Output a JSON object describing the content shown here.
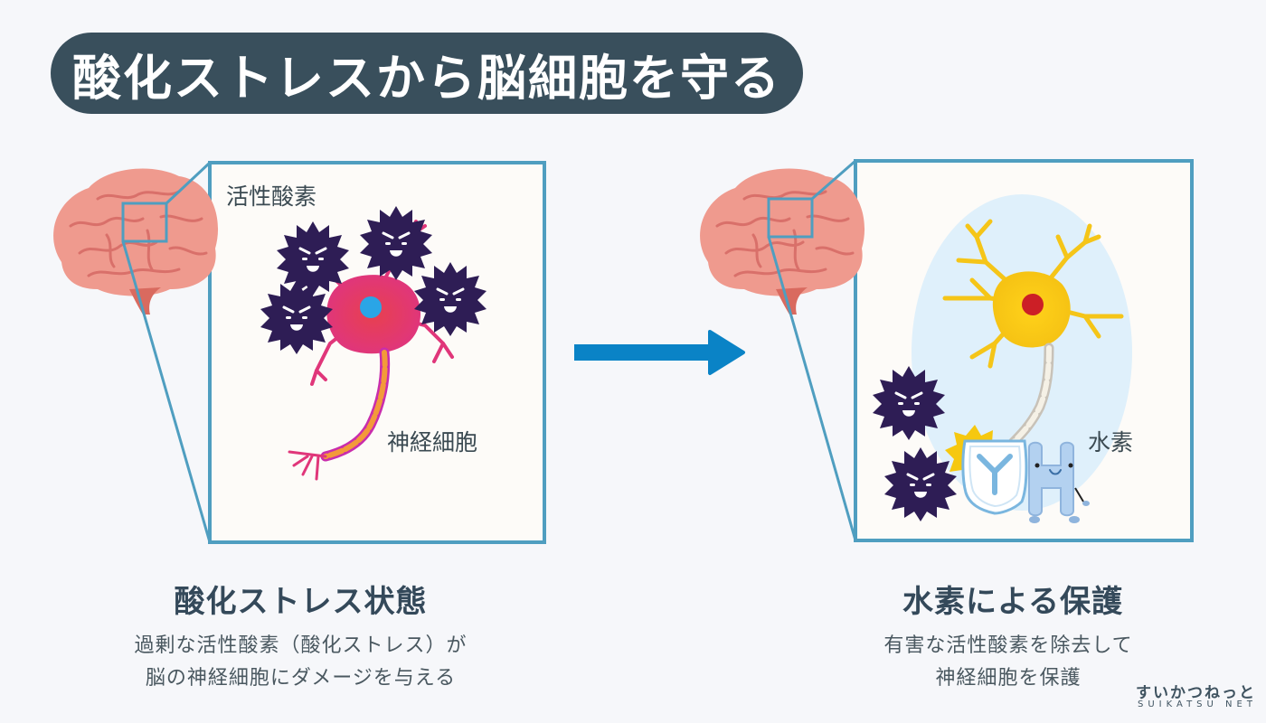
{
  "title": "酸化ストレスから脳細胞を守る",
  "left_panel": {
    "label_ros": "活性酸素",
    "label_neuron": "神経細胞",
    "caption_title": "酸化ストレス状態",
    "caption_line1": "過剰な活性酸素（酸化ストレス）が",
    "caption_line2": "脳の神経細胞にダメージを与える"
  },
  "right_panel": {
    "label_hydrogen": "水素",
    "caption_title": "水素による保護",
    "caption_line1": "有害な活性酸素を除去して",
    "caption_line2": "神経細胞を保護"
  },
  "logo": {
    "jp": "すいかつねっと",
    "en": "SUIKATSU NET"
  },
  "colors": {
    "title_bg": "#394f5c",
    "frame": "#4f9ec0",
    "arrow": "#0a83c6",
    "brain": "#ef9a8e",
    "ros": "#2e1d55",
    "damaged_neuron": "#e0367a",
    "healthy_neuron": "#f5c518",
    "shield_bubble": "#dff0fb"
  }
}
